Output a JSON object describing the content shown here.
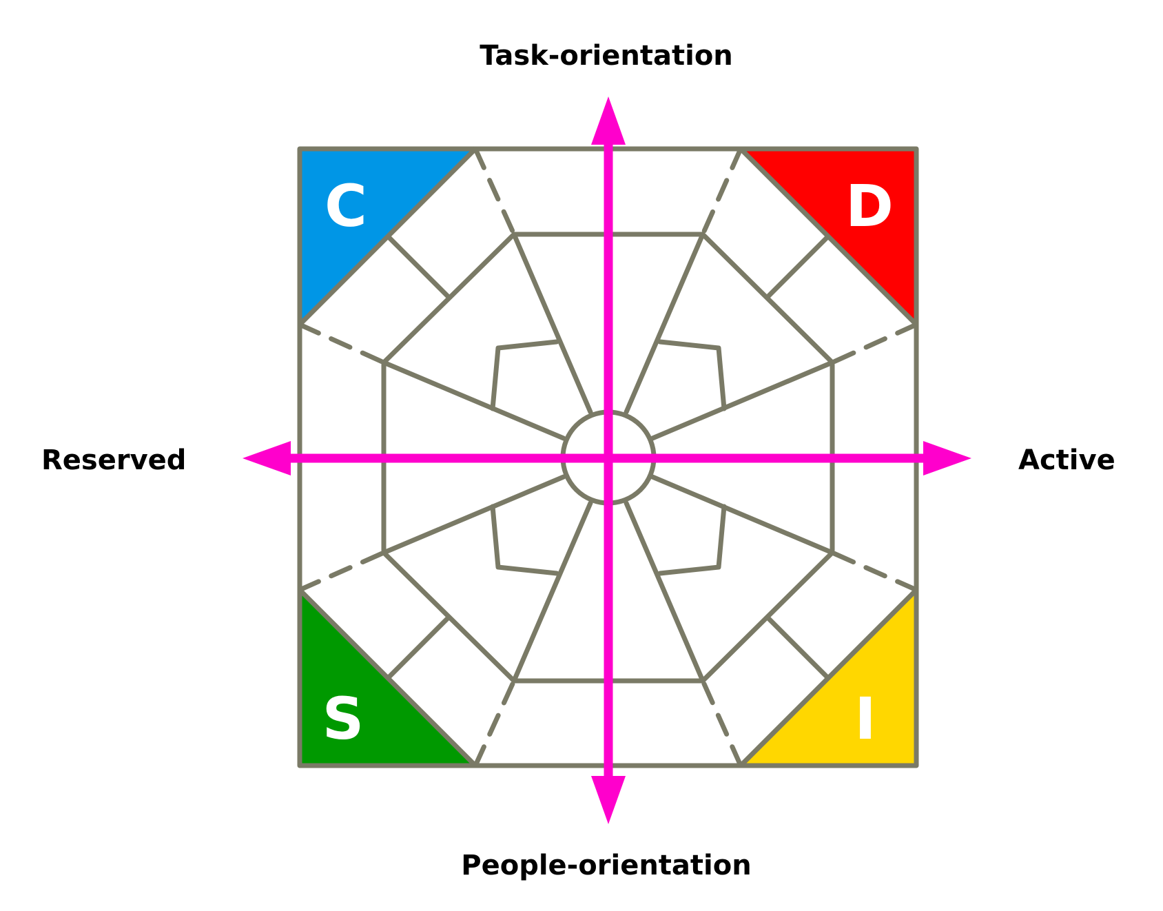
{
  "axes": {
    "top": "Task-orientation",
    "bottom": "People-orientation",
    "left": "Reserved",
    "right": "Active"
  },
  "quadrants": {
    "top_left": {
      "letter": "C",
      "color": "#0096e6"
    },
    "top_right": {
      "letter": "D",
      "color": "#ff0000"
    },
    "bottom_left": {
      "letter": "S",
      "color": "#009900"
    },
    "bottom_right": {
      "letter": "I",
      "color": "#ffd700"
    }
  },
  "colors": {
    "frame": "#7a7a66",
    "arrows": "#ff00cc",
    "text": "#000000"
  }
}
